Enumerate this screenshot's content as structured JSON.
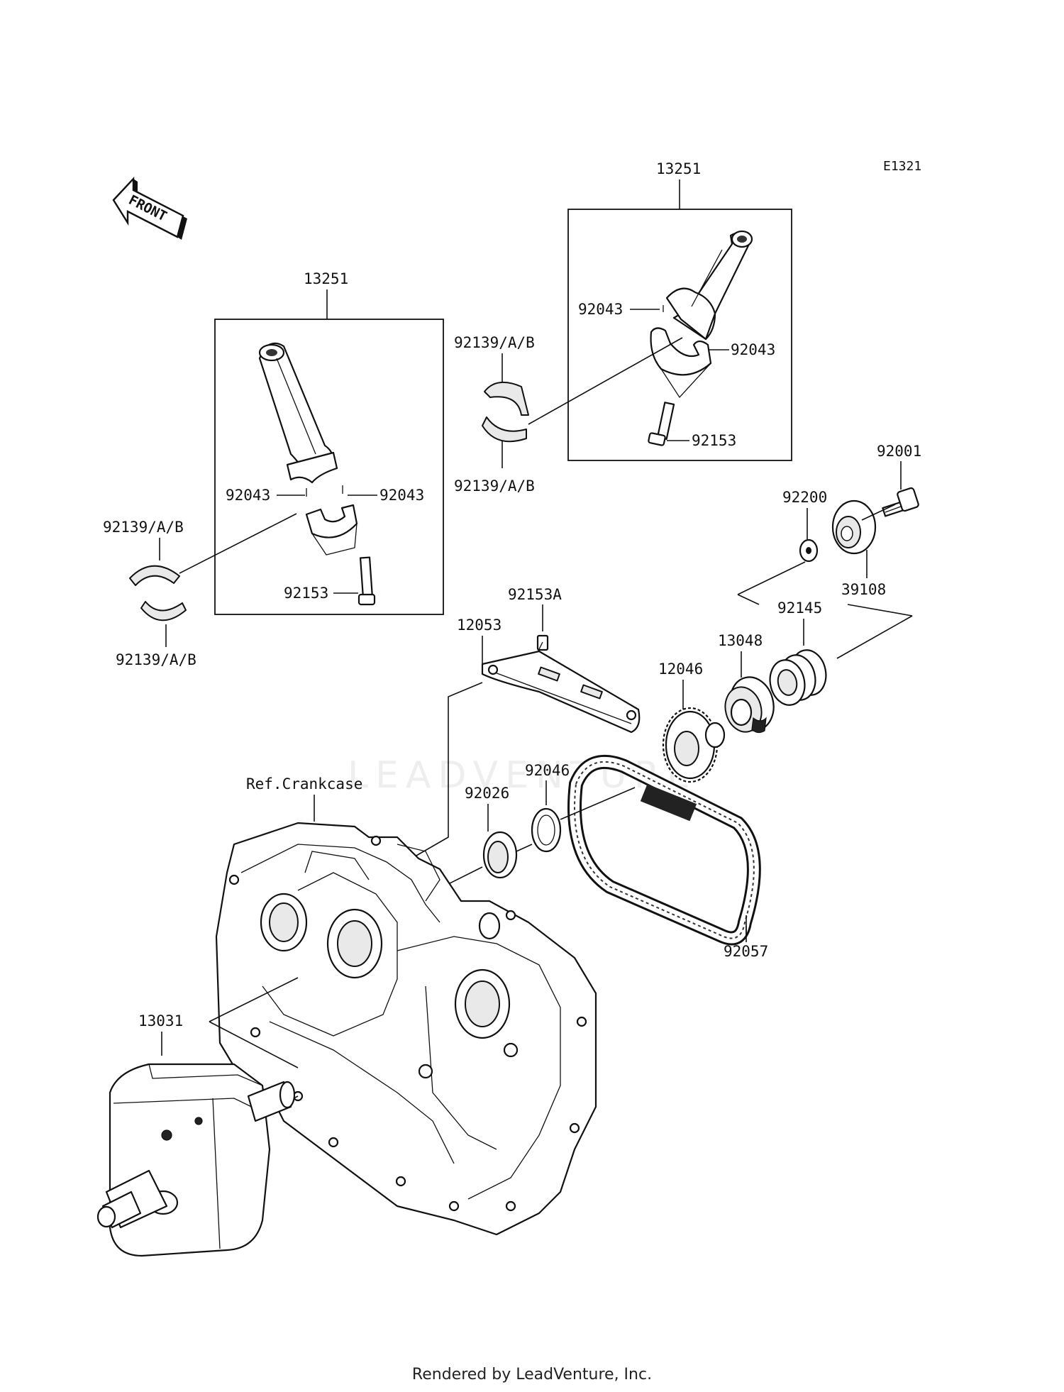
{
  "diagram_code": "E1321",
  "front_label": "FRONT",
  "watermark": "LEADVENTURE",
  "footer": "Rendered by LeadVenture, Inc.",
  "labels": {
    "conrod_assy_left": "13251",
    "conrod_assy_right": "13251",
    "dowel_left_a": "92043",
    "dowel_left_b": "92043",
    "dowel_right_a": "92043",
    "dowel_right_b": "92043",
    "bolt_left": "92153",
    "bolt_right": "92153",
    "bearing_left_upper": "92139/A/B",
    "bearing_left_lower": "92139/A/B",
    "bearing_right_upper": "92139/A/B",
    "bearing_right_lower": "92139/A/B",
    "bolt_92001": "92001",
    "washer_92200": "92200",
    "cover_39108": "39108",
    "spring_92145": "92145",
    "bolt_92153A": "92153A",
    "guide_12053": "12053",
    "sprocket_13048": "13048",
    "sprocket_12046": "12046",
    "ring_92046": "92046",
    "seal_92026": "92026",
    "chain_92057": "92057",
    "ref_crankcase": "Ref.Crankcase",
    "crankshaft_13031": "13031"
  }
}
